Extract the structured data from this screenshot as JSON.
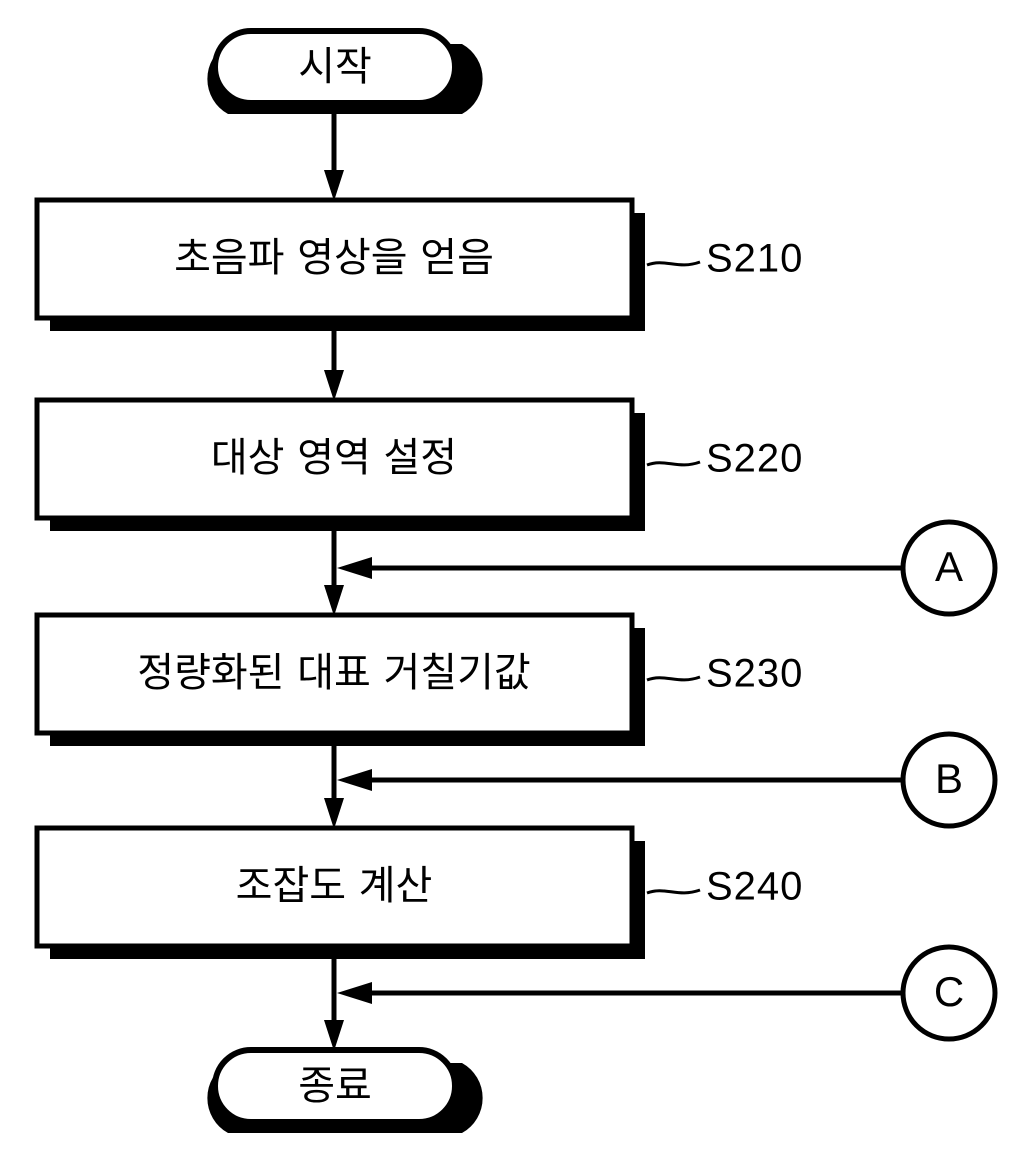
{
  "diagram": {
    "title": "Ultrasound image roughness calculation flowchart",
    "stroke_color": "#000000",
    "fill_color": "#ffffff",
    "start_node": {
      "label": "시작",
      "shape": "stadium"
    },
    "end_node": {
      "label": "종료",
      "shape": "stadium"
    },
    "steps": [
      {
        "id": "S210",
        "label": "초음파 영상을 얻음",
        "ref": "S210"
      },
      {
        "id": "S220",
        "label": "대상 영역 설정",
        "ref": "S220"
      },
      {
        "id": "S230",
        "label": "정량화된 대표 거칠기값",
        "ref": "S230"
      },
      {
        "id": "S240",
        "label": "조잡도 계산",
        "ref": "S240"
      }
    ],
    "connectors": [
      {
        "id": "A",
        "label": "A"
      },
      {
        "id": "B",
        "label": "B"
      },
      {
        "id": "C",
        "label": "C"
      }
    ]
  }
}
